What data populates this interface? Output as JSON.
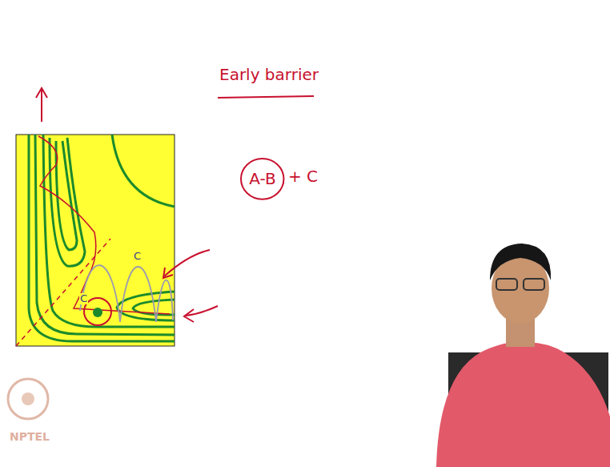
{
  "diagram": {
    "title": "Early barrier",
    "nodes": [
      {
        "text": [
          "A-B"
        ]
      }
    ],
    "labels": [
      "+ C",
      "C",
      "C",
      "NPTEL"
    ]
  }
}
